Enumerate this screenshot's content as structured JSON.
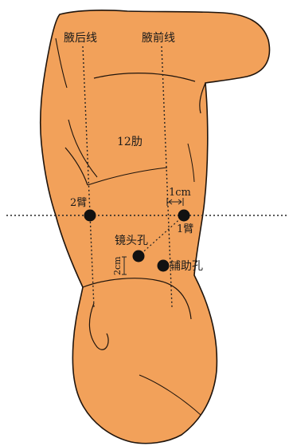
{
  "labels": {
    "posterior_axillary_line": "腋后线",
    "anterior_axillary_line": "腋前线",
    "rib_12": "12肋",
    "arm_2": "2臂",
    "arm_1": "1臂",
    "distance_1cm": "1cm",
    "distance_2cm": "2cm",
    "scope_port": "镜头孔",
    "assist_port": "辅助孔"
  },
  "colors": {
    "skin": "#f2a15a",
    "outline": "#1f140c",
    "dot": "#111111",
    "guide": "#222222"
  }
}
